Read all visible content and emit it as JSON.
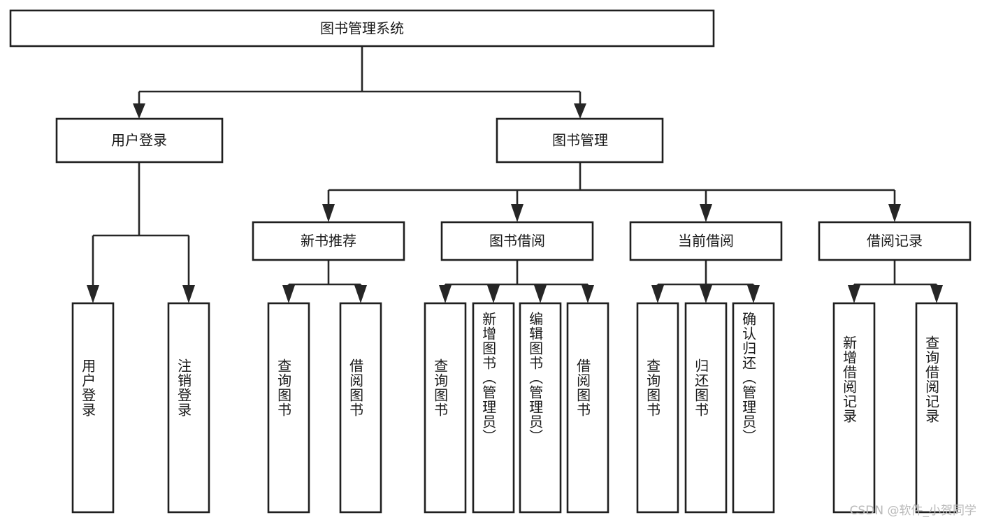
{
  "diagram": {
    "title": "图书管理系统",
    "type": "hierarchy-tree",
    "watermark": "CSDN @软件_小贺同学",
    "colors": {
      "background": "#ffffff",
      "box_fill": "#ffffff",
      "box_stroke": "#1f1f1f",
      "connector": "#262626",
      "text": "#1a1a1a",
      "watermark": "#b9b9b9"
    },
    "levels": {
      "root": {
        "label": "图书管理系统"
      },
      "level2": [
        {
          "id": "user-login",
          "label": "用户登录"
        },
        {
          "id": "book-manage",
          "label": "图书管理"
        }
      ],
      "level3": [
        {
          "id": "new-book-rec",
          "label": "新书推荐",
          "parent": "book-manage"
        },
        {
          "id": "book-borrow",
          "label": "图书借阅",
          "parent": "book-manage"
        },
        {
          "id": "current-borrow",
          "label": "当前借阅",
          "parent": "book-manage"
        },
        {
          "id": "borrow-record",
          "label": "借阅记录",
          "parent": "book-manage"
        }
      ],
      "leaves": [
        {
          "id": "leaf-user-login",
          "label": "用户登录",
          "parent": "user-login"
        },
        {
          "id": "leaf-logout",
          "label": "注销登录",
          "parent": "user-login"
        },
        {
          "id": "leaf-query-book-1",
          "label": "查询图书",
          "parent": "new-book-rec"
        },
        {
          "id": "leaf-borrow-book-1",
          "label": "借阅图书",
          "parent": "new-book-rec"
        },
        {
          "id": "leaf-query-book-2",
          "label": "查询图书",
          "parent": "book-borrow"
        },
        {
          "id": "leaf-add-book",
          "label": "新增图书（管理员）",
          "parent": "book-borrow"
        },
        {
          "id": "leaf-edit-book",
          "label": "编辑图书（管理员）",
          "parent": "book-borrow"
        },
        {
          "id": "leaf-borrow-book-2",
          "label": "借阅图书",
          "parent": "book-borrow"
        },
        {
          "id": "leaf-query-book-3",
          "label": "查询图书",
          "parent": "current-borrow"
        },
        {
          "id": "leaf-return-book",
          "label": "归还图书",
          "parent": "current-borrow"
        },
        {
          "id": "leaf-confirm-return",
          "label": "确认归还（管理员）",
          "parent": "current-borrow"
        },
        {
          "id": "leaf-add-record",
          "label": "新增借阅记录",
          "parent": "borrow-record"
        },
        {
          "id": "leaf-query-record",
          "label": "查询借阅记录",
          "parent": "borrow-record"
        }
      ]
    }
  }
}
